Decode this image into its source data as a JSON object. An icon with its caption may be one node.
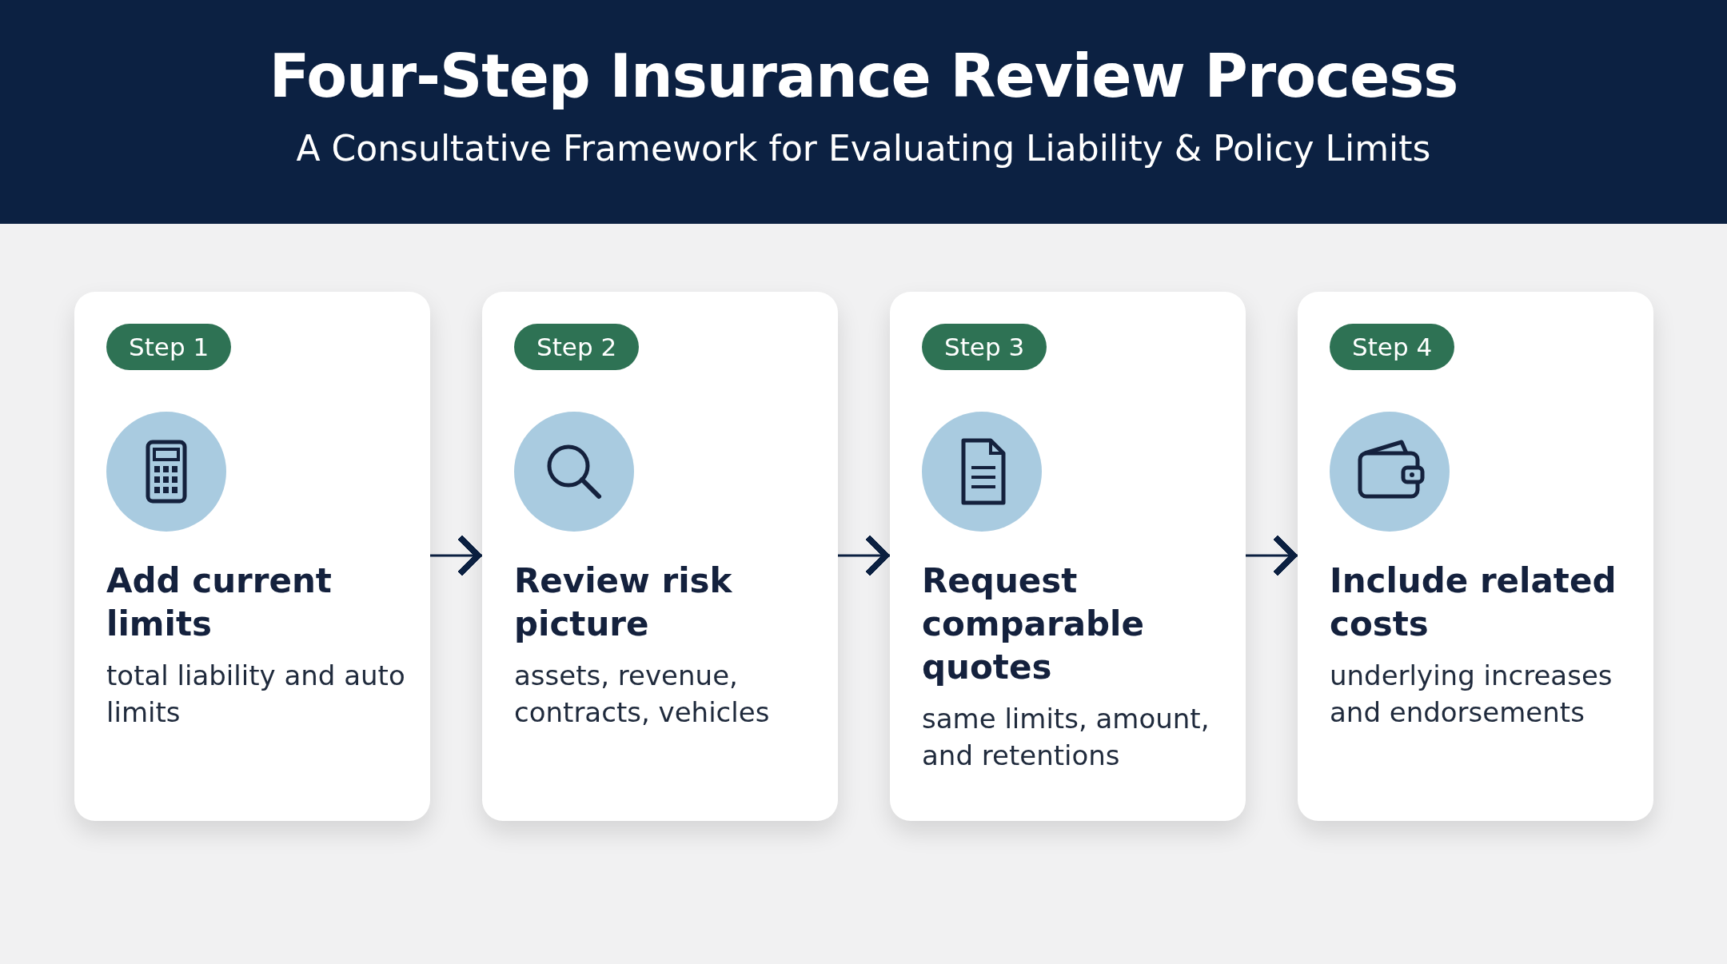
{
  "diagram": {
    "title": "Four-Step Insurance Review Process",
    "nodes": [
      {
        "text": [
          "Step 1",
          "Add current limits",
          "total liability and auto limits"
        ]
      },
      {
        "text": [
          "Step 2",
          "Review risk picture",
          "assets, revenue, contracts, vehicles"
        ]
      },
      {
        "text": [
          "Step 3",
          "Request comparable quotes",
          "same limits, amount, and retentions"
        ]
      },
      {
        "text": [
          "Step 4",
          "Include related costs",
          "underlying increases and endorsements"
        ]
      }
    ],
    "edges": [
      {
        "from": 0,
        "to": 1,
        "arrow": "to"
      },
      {
        "from": 1,
        "to": 2,
        "arrow": "to"
      },
      {
        "from": 2,
        "to": 3,
        "arrow": "to"
      }
    ],
    "labels": [
      "A Consultative Framework for Evaluating Liability & Policy Limits"
    ]
  }
}
